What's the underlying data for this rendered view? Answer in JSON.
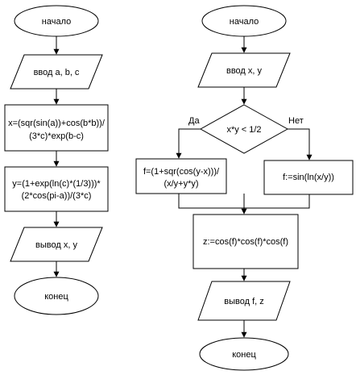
{
  "left": {
    "start": "начало",
    "input": "ввод a, b, c",
    "calc_x": [
      "x=(sqr(sin(a))+cos(b*b))/",
      "(3*c)*exp(b-c)"
    ],
    "calc_y": [
      "y=(1+exp(ln(c)*(1/3)))*",
      "(2*cos(pi-a))/(3*c)"
    ],
    "output": "вывод x, y",
    "end": "конец"
  },
  "right": {
    "start": "начало",
    "input": "ввод x, y",
    "condition": "x*y < 1/2",
    "yes_label": "Да",
    "no_label": "Нет",
    "calc_f_yes": [
      "f=(1+sqr(cos(y-x)))/",
      "(x/y+y*y)"
    ],
    "calc_f_no": "f:=sin(ln(x/y))",
    "calc_z": "z:=cos(f)*cos(f)*cos(f)",
    "output": "вывод f, z",
    "end": "конец"
  }
}
